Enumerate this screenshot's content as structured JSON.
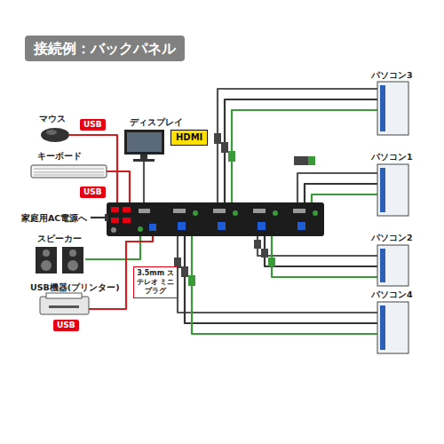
{
  "diagram": {
    "title": "接続例：バックパネル",
    "nodes": [
      {
        "text": [
          "USB"
        ]
      },
      {
        "text": [
          "HDMI"
        ]
      },
      {
        "text": [
          "USB"
        ]
      },
      {
        "text": [
          "3.5mm ステレオ ミニプラグ"
        ]
      },
      {
        "text": [
          "USB"
        ]
      }
    ],
    "labels": [
      "マウス",
      "ディスプレイ",
      "パソコン3",
      "キーボード",
      "パソコン1",
      "家庭用AC電源へ",
      "スピーカー",
      "パソコン2",
      "USB機器(プリンター)",
      "パソコン4"
    ]
  }
}
